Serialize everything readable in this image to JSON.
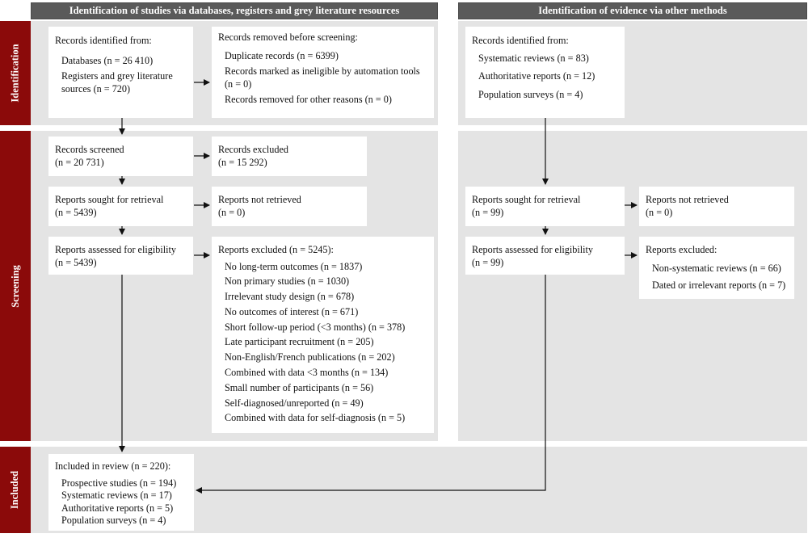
{
  "headers": {
    "left": "Identification of studies via databases, registers and grey literature resources",
    "right": "Identification of evidence via other methods"
  },
  "stages": {
    "identification": "Identification",
    "screening": "Screening",
    "included": "Included"
  },
  "left": {
    "records_identified": {
      "title": "Records identified from:",
      "databases": "Databases (n = 26 410)",
      "registers_line1": "Registers and grey literature",
      "registers_line2": "sources (n = 720)"
    },
    "records_removed": {
      "title": "Records removed before screening:",
      "duplicates": "Duplicate records (n = 6399)",
      "ineligible_line1": "Records marked as ineligible by automation tools",
      "ineligible_line2": "(n = 0)",
      "other": "Records removed for other reasons (n = 0)"
    },
    "records_screened": {
      "title": "Records screened",
      "n": "(n = 20 731)"
    },
    "records_excluded": {
      "title": "Records excluded",
      "n": "(n = 15 292)"
    },
    "reports_sought": {
      "title": "Reports sought for retrieval",
      "n": "(n = 5439)"
    },
    "reports_not_retrieved": {
      "title": "Reports not retrieved",
      "n": "(n = 0)"
    },
    "reports_assessed": {
      "title": "Reports assessed for eligibility",
      "n": "(n = 5439)"
    },
    "reports_excluded": {
      "title": "Reports excluded (n = 5245):",
      "reasons": [
        "No long-term outcomes (n = 1837)",
        "Non primary studies (n = 1030)",
        "Irrelevant study design (n = 678)",
        "No outcomes of interest (n = 671)",
        "Short follow-up period (<3 months) (n = 378)",
        "Late participant recruitment (n = 205)",
        "Non-English/French publications (n = 202)",
        "Combined with data <3 months (n = 134)",
        "Small number of participants (n = 56)",
        "Self-diagnosed/unreported (n = 49)",
        "Combined with data for self-diagnosis (n = 5)"
      ]
    }
  },
  "right": {
    "records_identified": {
      "title": "Records identified from:",
      "items": [
        "Systematic reviews (n = 83)",
        "Authoritative reports (n = 12)",
        "Population surveys (n = 4)"
      ]
    },
    "reports_sought": {
      "title": "Reports sought for retrieval",
      "n": "(n = 99)"
    },
    "reports_not_retrieved": {
      "title": "Reports not retrieved",
      "n": "(n = 0)"
    },
    "reports_assessed": {
      "title": "Reports assessed for eligibility",
      "n": "(n = 99)"
    },
    "reports_excluded": {
      "title": "Reports excluded:",
      "items": [
        "Non-systematic reviews (n = 66)",
        "Dated or irrelevant reports (n = 7)"
      ]
    }
  },
  "included": {
    "title": "Included in review (n = 220):",
    "items": [
      "Prospective studies (n = 194)",
      "Systematic reviews (n = 17)",
      "Authoritative reports (n = 5)",
      "Population surveys (n = 4)"
    ]
  }
}
